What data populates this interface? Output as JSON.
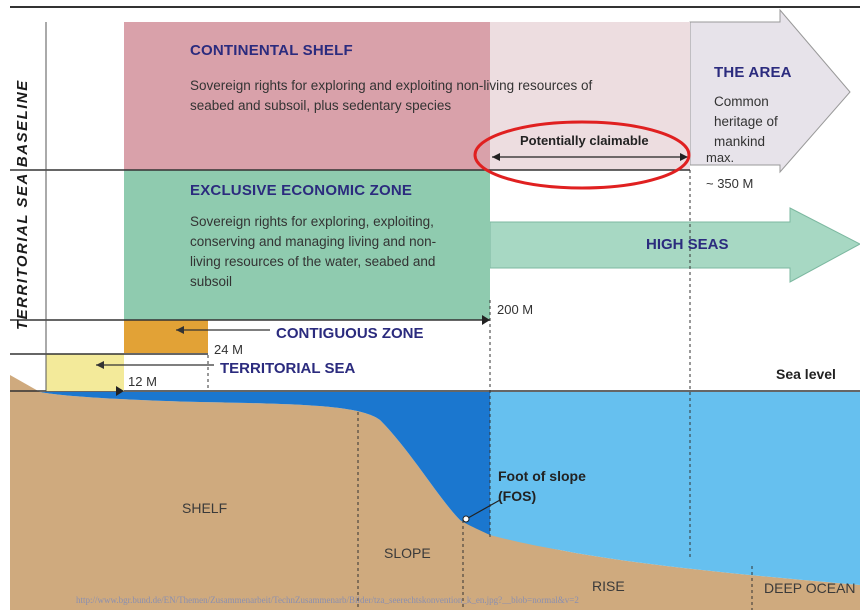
{
  "colors": {
    "continental_shelf": "#d9a1aa",
    "continental_shelf_claimable": "#eddde0",
    "eez": "#8fcbaf",
    "contiguous": "#e2a236",
    "territorial": "#f3ea9a",
    "the_area_arrow": "#e7e3ea",
    "high_seas_arrow": "#a7d8c3",
    "sea_dark": "#1b77cf",
    "sea_light": "#66c0ef",
    "seabed": "#cfaa7e",
    "header_text": "#2b2b7e",
    "claimable_ellipse": "#e02020"
  },
  "baseline_label": "TERRITORIAL SEA BASELINE",
  "continental_shelf": {
    "title": "CONTINENTAL SHELF",
    "description": "Sovereign rights for exploring and exploiting non-living resources of seabed and subsoil, plus sedentary species",
    "claimable_label": "Potentially claimable",
    "max_label": "max.",
    "max_distance": "~ 350 M"
  },
  "the_area": {
    "title": "THE AREA",
    "description": "Common heritage of mankind"
  },
  "eez": {
    "title": "EXCLUSIVE ECONOMIC ZONE",
    "description": "Sovereign rights for exploring, exploiting, conserving and managing living and non-living resources of the water, seabed and subsoil",
    "distance": "200 M"
  },
  "high_seas": {
    "title": "HIGH SEAS"
  },
  "contiguous_zone": {
    "title": "CONTIGUOUS ZONE",
    "distance": "24 M"
  },
  "territorial_sea": {
    "title": "TERRITORIAL SEA",
    "distance": "12 M"
  },
  "sea_level": "Sea level",
  "seabed": {
    "shelf": "SHELF",
    "slope": "SLOPE",
    "foot_of_slope": "Foot of slope (FOS)",
    "rise": "RISE",
    "deep_ocean": "DEEP OCEAN"
  },
  "source_url": "http://www.bgr.bund.de/EN/Themen/Zusammenarbeit/TechnZusammenarb/Bilder/tza_seerechtskonvention_k_en.jpg?__blob=normal&v=2"
}
